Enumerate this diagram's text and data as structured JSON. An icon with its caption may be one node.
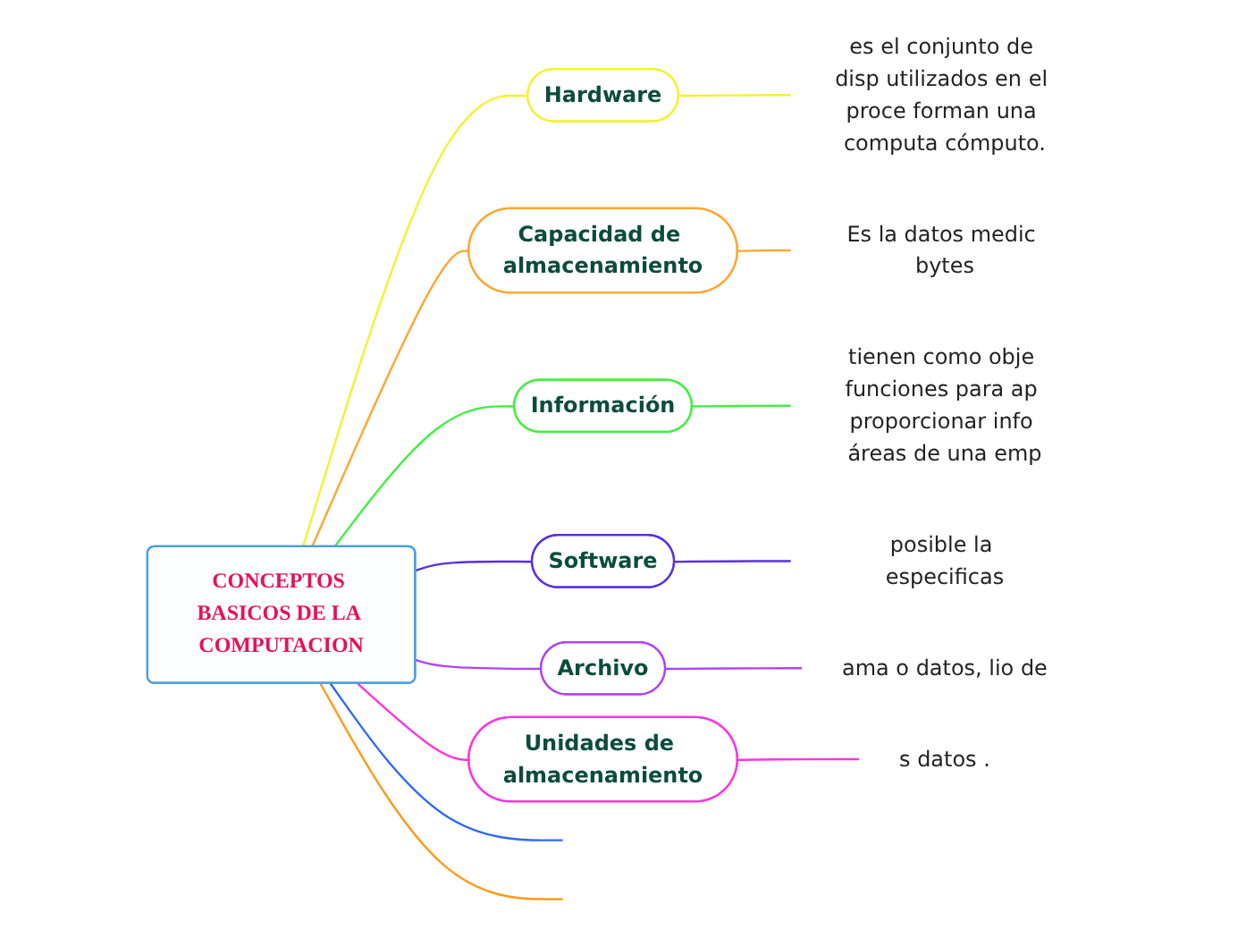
{
  "diagram": {
    "nodes": [
      {
        "text": [
          "CONCEPTOS BASICOS DE LA COMPUTACION"
        ]
      },
      {
        "text": [
          "Hardware"
        ]
      },
      {
        "text": [
          "es el conjunto de disp utilizados en el proce forman una computa cómputo."
        ]
      },
      {
        "text": [
          "Capacidad de almacenamiento"
        ]
      },
      {
        "text": [
          "Es la datos medic bytes"
        ]
      },
      {
        "text": [
          "Información"
        ]
      },
      {
        "text": [
          "tienen como obje funciones para ap proporcionar info áreas de una emp"
        ]
      },
      {
        "text": [
          "Software"
        ]
      },
      {
        "text": [
          "posible la especificas"
        ]
      },
      {
        "text": [
          "Archivo"
        ]
      },
      {
        "text": [
          "ama o datos, lio de"
        ]
      },
      {
        "text": [
          "Unidades de almacenamiento"
        ]
      },
      {
        "text": [
          "s datos ."
        ]
      }
    ],
    "edges": [
      {
        "from": 0,
        "to": 1,
        "arrow": "none",
        "color": "#f2f230"
      },
      {
        "from": 1,
        "to": 2,
        "arrow": "none",
        "color": "#f2f230"
      },
      {
        "from": 0,
        "to": 3,
        "arrow": "none",
        "color": "#ffa630"
      },
      {
        "from": 3,
        "to": 4,
        "arrow": "none",
        "color": "#ffa630"
      },
      {
        "from": 0,
        "to": 5,
        "arrow": "none",
        "color": "#3ef03e"
      },
      {
        "from": 5,
        "to": 6,
        "arrow": "none",
        "color": "#3ef03e"
      },
      {
        "from": 0,
        "to": 7,
        "arrow": "none",
        "color": "#5a2ee8"
      },
      {
        "from": 7,
        "to": 8,
        "arrow": "none",
        "color": "#5a2ee8"
      },
      {
        "from": 0,
        "to": 9,
        "arrow": "none",
        "color": "#b044f0"
      },
      {
        "from": 9,
        "to": 10,
        "arrow": "none",
        "color": "#b044f0"
      },
      {
        "from": 0,
        "to": 11,
        "arrow": "none",
        "color": "#ff33e0"
      },
      {
        "from": 11,
        "to": 12,
        "arrow": "none",
        "color": "#ff33e0"
      },
      {
        "from": 0,
        "to": null,
        "arrow": "none",
        "color": "#2f6bf0"
      },
      {
        "from": 0,
        "to": null,
        "arrow": "none",
        "color": "#ff9a1a"
      }
    ]
  }
}
